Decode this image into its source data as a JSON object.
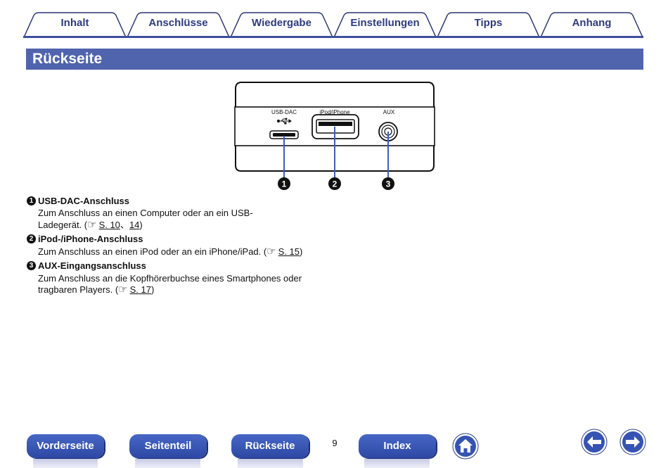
{
  "tabs": [
    {
      "label": "Inhalt"
    },
    {
      "label": "Anschlüsse"
    },
    {
      "label": "Wiedergabe"
    },
    {
      "label": "Einstellungen"
    },
    {
      "label": "Tipps"
    },
    {
      "label": "Anhang"
    }
  ],
  "section_title": "Rückseite",
  "rear_panel": {
    "ports": [
      {
        "label": "USB-DAC",
        "icon": "usb-icon"
      },
      {
        "label": "iPod/iPhone"
      },
      {
        "label": "AUX"
      }
    ],
    "callouts": [
      "1",
      "2",
      "3"
    ]
  },
  "items": [
    {
      "number": "1",
      "heading": "USB-DAC-Anschluss",
      "lines": [
        "Zum Anschluss an einen Computer oder an ein USB-"
      ],
      "ref_line_prefix": "Ladegerät. (",
      "refs": [
        "S. 10",
        "14"
      ],
      "ref_separator": "、",
      "ref_line_suffix": ")"
    },
    {
      "number": "2",
      "heading": "iPod-/iPhone-Anschluss",
      "lines": [],
      "ref_line_prefix": "Zum Anschluss an einen iPod oder an ein iPhone/iPad. (",
      "refs": [
        "S. 15"
      ],
      "ref_line_suffix": ")"
    },
    {
      "number": "3",
      "heading": "AUX-Eingangsanschluss",
      "lines": [
        "Zum Anschluss an die Kopfhörerbuchse eines Smartphones oder"
      ],
      "ref_line_prefix": "tragbaren Players. (",
      "refs": [
        "S. 17"
      ],
      "ref_line_suffix": ")"
    }
  ],
  "reference_icon": "pointing-hand-icon",
  "footer": {
    "buttons": {
      "front": "Vorderseite",
      "side": "Seitenteil",
      "rear": "Rückseite",
      "index": "Index"
    },
    "page_number": "9",
    "home_icon": "home-icon",
    "prev_icon": "arrow-left-icon",
    "next_icon": "arrow-right-icon"
  },
  "colors": {
    "title_bar": "#5063ad",
    "tab_outline": "#2b3475",
    "tab_text": "#2e3b80",
    "tab_rule": "#3e4f9e",
    "callout_line": "#3f5cb8",
    "button": "#3553b3"
  }
}
